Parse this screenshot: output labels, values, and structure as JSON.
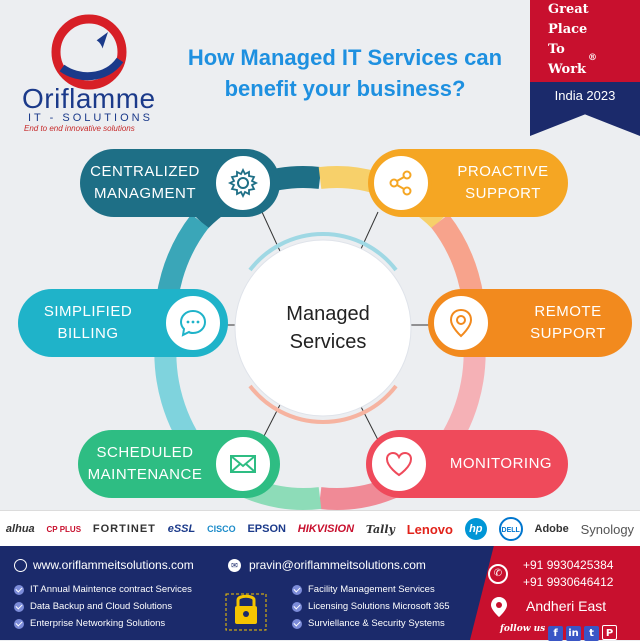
{
  "brand": {
    "name": "Oriflamme",
    "sub": "IT - SOLUTIONS",
    "tagline": "End to end innovative solutions"
  },
  "headline": {
    "line1": "How Managed IT Services can",
    "line2": "benefit your business?"
  },
  "badge": {
    "line1": "Great",
    "line2": "Place",
    "line3": "To",
    "line4": "Work",
    "year": "India 2023"
  },
  "center": {
    "line1": "Managed",
    "line2": "Services"
  },
  "services": [
    {
      "line1": "CENTRALIZED",
      "line2": "MANAGMENT",
      "icon": "gear-icon",
      "color": "#1e6f86"
    },
    {
      "line1": "PROACTIVE",
      "line2": "SUPPORT",
      "icon": "share-icon",
      "color": "#f5a623"
    },
    {
      "line1": "SIMPLIFIED",
      "line2": "BILLING",
      "icon": "chat-icon",
      "color": "#1fb3c9"
    },
    {
      "line1": "REMOTE",
      "line2": "SUPPORT",
      "icon": "location-icon",
      "color": "#f28a1e"
    },
    {
      "line1": "SCHEDULED",
      "line2": "MAINTENANCE",
      "icon": "mail-icon",
      "color": "#2ebd83"
    },
    {
      "line1": "MONITORING",
      "line2": "",
      "icon": "heart-icon",
      "color": "#ef4a5b"
    }
  ],
  "partners": [
    "alhua",
    "CP PLUS",
    "FORTINET",
    "eSSL",
    "CISCO",
    "EPSON",
    "HIKVISION",
    "Tally",
    "Lenovo",
    "hp",
    "DELL",
    "Adobe",
    "Synology"
  ],
  "footer": {
    "website": "www.oriflammeitsolutions.com",
    "email": "pravin@oriflammeitsolutions.com",
    "services_left": [
      "IT Annual Maintence contract Services",
      "Data Backup and Cloud Solutions",
      "Enterprise Networking Solutions"
    ],
    "services_right": [
      "Facility Management  Services",
      "Licensing Solutions Microsoft 365",
      "Surviellance & Security  Systems"
    ],
    "phone1": "+91 9930425384",
    "phone2": "+91 9930646412",
    "location": "Andheri  East",
    "follow": "follow us"
  }
}
